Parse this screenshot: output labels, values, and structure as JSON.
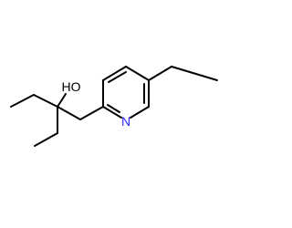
{
  "molecule": {
    "atoms": [
      {
        "id": "O",
        "label": "HO",
        "color": "#000000"
      },
      {
        "id": "N",
        "label": "N",
        "color": "#2a2aff"
      }
    ]
  }
}
